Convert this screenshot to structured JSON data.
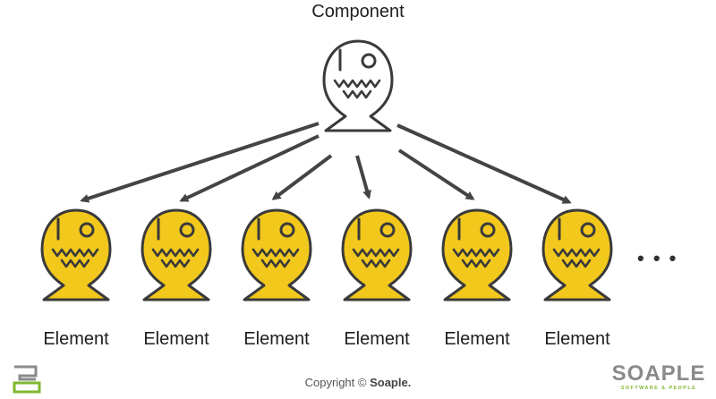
{
  "title": "Component",
  "elements": [
    "Element",
    "Element",
    "Element",
    "Element",
    "Element",
    "Element"
  ],
  "ellipsis": "• • •",
  "footer": {
    "copyright_prefix": "Copyright ©",
    "copyright_brand": "Soaple."
  },
  "brand": {
    "name": "SOAPLE",
    "tagline": "SOFTWARE & PEOPLE"
  },
  "colors": {
    "component_fill": "#ffffff",
    "element_fill": "#f2c81c",
    "outline": "#3a3a3a",
    "arrow": "#444444",
    "logo_green": "#7fb82f"
  }
}
